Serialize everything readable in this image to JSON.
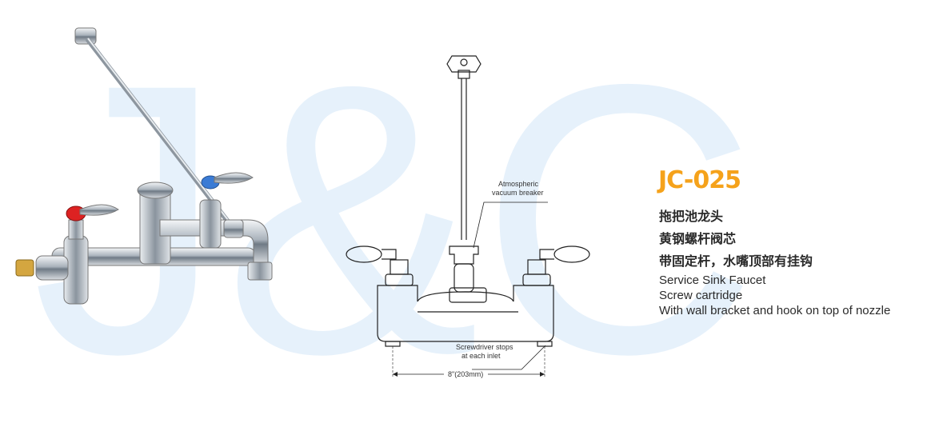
{
  "watermark": {
    "text": "J&C",
    "color": "#e6f1fb"
  },
  "product": {
    "model": "JC-025",
    "model_color": "#f5a21b",
    "cn_lines": [
      "拖把池龙头",
      "黄钢螺杆阀芯",
      "带固定杆，水嘴顶部有挂钩"
    ],
    "en_lines": [
      "Service Sink Faucet",
      "Screw cartridge",
      "With wall bracket and hook on top of nozzle"
    ]
  },
  "drawing": {
    "label_vacuum_1": "Atmospheric",
    "label_vacuum_2": "vacuum breaker",
    "label_stops_1": "Screwdriver stops",
    "label_stops_2": "at each inlet",
    "label_dimension": "8\"(203mm)"
  },
  "icons": {
    "photo": "faucet-photo",
    "drawing": "faucet-technical-drawing"
  }
}
